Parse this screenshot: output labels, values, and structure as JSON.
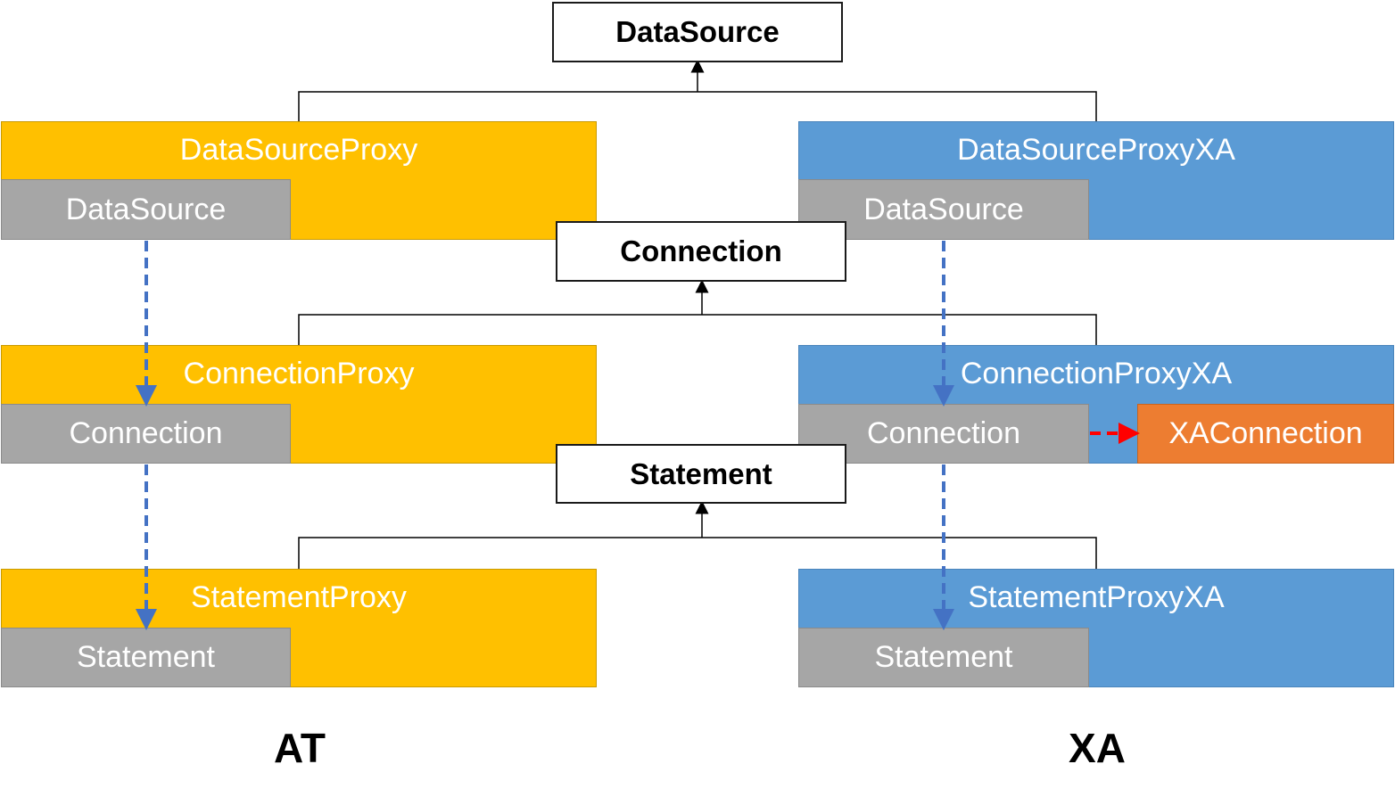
{
  "interfaces": {
    "datasource": "DataSource",
    "connection": "Connection",
    "statement": "Statement"
  },
  "at": {
    "label": "AT",
    "datasource_proxy": {
      "title": "DataSourceProxy",
      "inner": "DataSource"
    },
    "connection_proxy": {
      "title": "ConnectionProxy",
      "inner": "Connection"
    },
    "statement_proxy": {
      "title": "StatementProxy",
      "inner": "Statement"
    }
  },
  "xa": {
    "label": "XA",
    "datasource_proxy": {
      "title": "DataSourceProxyXA",
      "inner": "DataSource"
    },
    "connection_proxy": {
      "title": "ConnectionProxyXA",
      "inner": "Connection",
      "extra": "XAConnection"
    },
    "statement_proxy": {
      "title": "StatementProxyXA",
      "inner": "Statement"
    }
  },
  "colors": {
    "at_fill": "#FFC000",
    "xa_fill": "#5B9BD5",
    "inner_fill": "#A6A6A6",
    "xaconnection_fill": "#ED7D31",
    "dashed_arrow": "#4472C4",
    "red_arrow": "#FF0000"
  }
}
